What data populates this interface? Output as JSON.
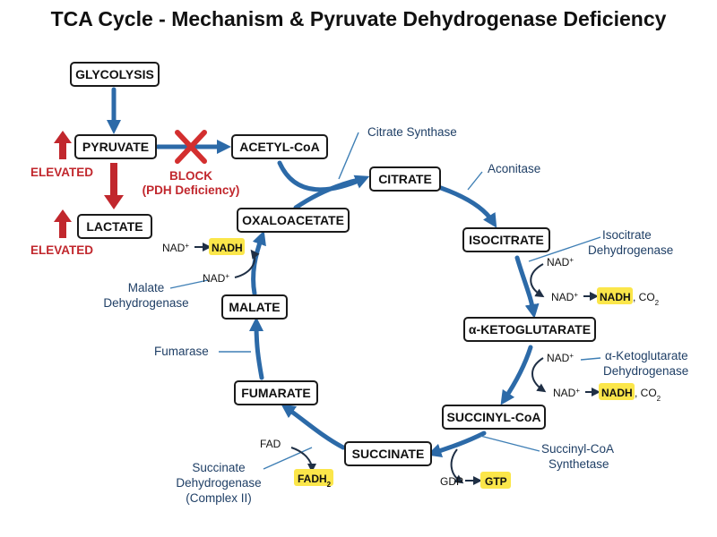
{
  "title": "TCA Cycle - Mechanism & Pyruvate Dehydrogenase Deficiency",
  "nodes": {
    "glycolysis": "GLYCOLYSIS",
    "pyruvate": "PYRUVATE",
    "lactate": "LACTATE",
    "acetyl_coa": "ACETYL-CoA",
    "citrate": "CITRATE",
    "isocitrate": "ISOCITRATE",
    "alpha_kg": "α-KETOGLUTARATE",
    "succinyl_coa": "SUCCINYL-CoA",
    "succinate": "SUCCINATE",
    "fumarate": "FUMARATE",
    "malate": "MALATE",
    "oxaloacetate": "OXALOACETATE"
  },
  "labels": {
    "elevated": "ELEVATED",
    "block": "BLOCK",
    "pdh_deficiency": "(PDH Deficiency)"
  },
  "enzymes": {
    "citrate_synthase": "Citrate Synthase",
    "aconitase": "Aconitase",
    "isocitrate_dh_1": "Isocitrate",
    "isocitrate_dh_2": "Dehydrogenase",
    "akg_dh_1": "α-Ketoglutarate",
    "akg_dh_2": "Dehydrogenase",
    "succinyl_coa_syn_1": "Succinyl-CoA",
    "succinyl_coa_syn_2": "Synthetase",
    "succinate_dh_1": "Succinate",
    "succinate_dh_2": "Dehydrogenase",
    "succinate_dh_3": "(Complex II)",
    "fumarase": "Fumarase",
    "malate_dh_1": "Malate",
    "malate_dh_2": "Dehydrogenase"
  },
  "cofactors": {
    "nad": "NAD",
    "plus": "+",
    "nadh": "NADH",
    "co2": ", CO",
    "sub2": "2",
    "fad": "FAD",
    "fadh": "FADH",
    "gdp": "GDP",
    "gtp": "GTP"
  },
  "colors": {
    "arrow_blue": "#2c6aa8",
    "block_red": "#c1272d",
    "highlight_yellow": "#fbe64a",
    "enzyme_text": "#1f3f66"
  }
}
